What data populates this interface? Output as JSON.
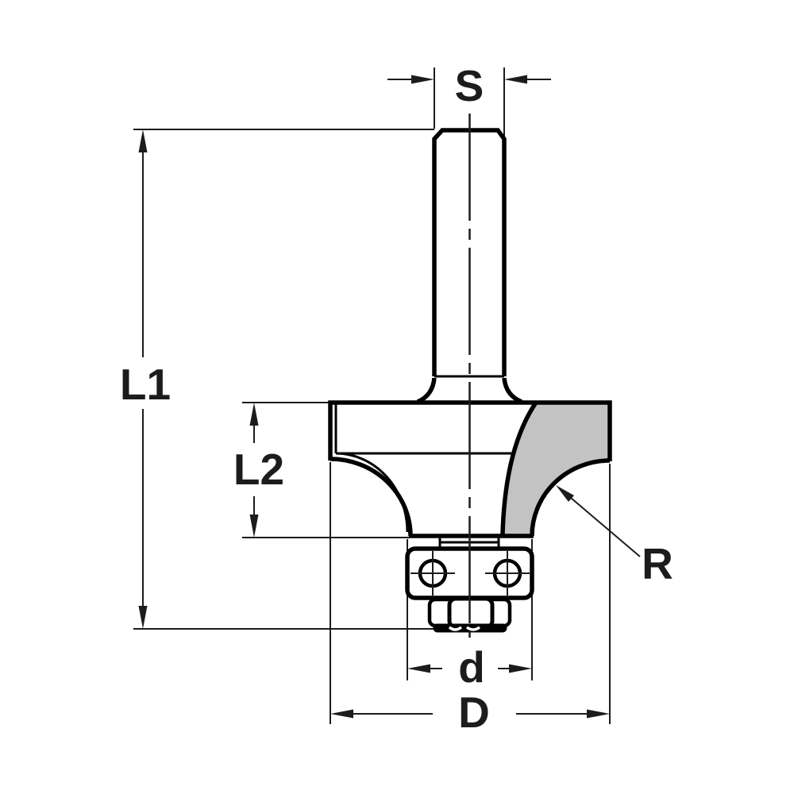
{
  "diagram": {
    "title": "router-bit-dimension-drawing",
    "subject": "roundover router bit with pilot bearing",
    "background_color": "#ffffff",
    "line_color": "#000000",
    "carbide_fill_color": "#c3c3c3",
    "labels": {
      "shank_diameter": "S",
      "overall_length": "L1",
      "cutting_length": "L2",
      "radius": "R",
      "bearing_diameter": "d",
      "cutting_diameter": "D"
    }
  }
}
